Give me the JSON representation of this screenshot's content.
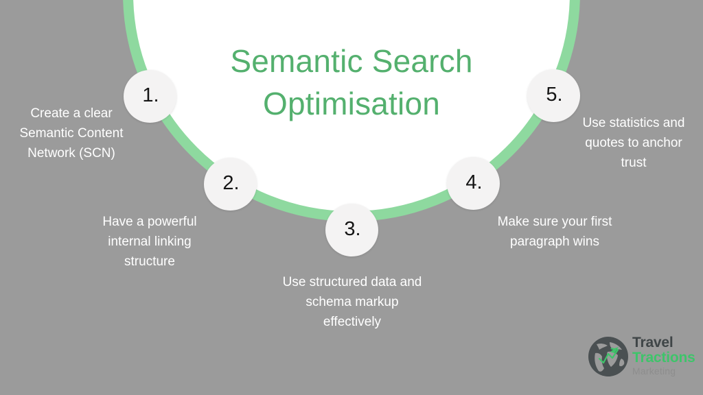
{
  "slide": {
    "background_color": "#9b9b9b",
    "title": "Semantic Search Optimisation",
    "title_color": "#54b06e",
    "ring_color": "#8ed99f",
    "ring_fill_color": "#ffffff",
    "bubble_color": "#f4f3f3",
    "caption_color": "#ffffff"
  },
  "steps": [
    {
      "number": "1.",
      "caption": "Create a clear Semantic Content Network (SCN)"
    },
    {
      "number": "2.",
      "caption": "Have a powerful internal linking structure"
    },
    {
      "number": "3.",
      "caption": "Use structured data and schema markup effectively"
    },
    {
      "number": "4.",
      "caption": "Make sure your first paragraph wins"
    },
    {
      "number": "5.",
      "caption": "Use statistics and quotes to anchor trust"
    }
  ],
  "logo": {
    "line1": "Travel",
    "line2": "Tractions",
    "line3": "Marketing",
    "line1_color": "#3f4547",
    "line2_color": "#3ec46a",
    "line3_color": "#8d8d8d",
    "globe_color": "#4a5052",
    "globe_accent_color": "#3ec46a"
  }
}
